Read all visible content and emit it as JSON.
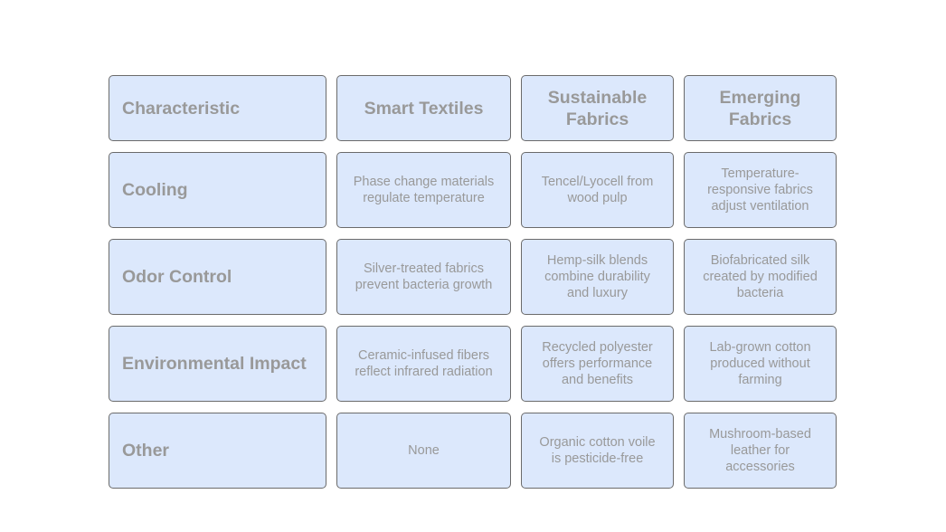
{
  "table": {
    "headers": [
      "Characteristic",
      "Smart Textiles",
      "Sustainable Fabrics",
      "Emerging Fabrics"
    ],
    "rows": [
      {
        "label": "Cooling",
        "cells": [
          "Phase change materials regulate temperature",
          "Tencel/Lyocell from wood pulp",
          "Temperature-responsive fabrics adjust ventilation"
        ]
      },
      {
        "label": "Odor Control",
        "cells": [
          "Silver-treated fabrics prevent bacteria growth",
          "Hemp-silk blends combine durability and luxury",
          "Biofabricated silk created by modified bacteria"
        ]
      },
      {
        "label": "Environmental Impact",
        "cells": [
          "Ceramic-infused fibers reflect infrared radiation",
          "Recycled polyester offers performance and benefits",
          "Lab-grown cotton produced without farming"
        ]
      },
      {
        "label": "Other",
        "cells": [
          "None",
          "Organic cotton voile is pesticide-free",
          "Mushroom-based leather for accessories"
        ]
      }
    ]
  },
  "colors": {
    "cell_fill": "#dce8fc",
    "cell_border": "#6b6b6b",
    "text": "#999999"
  }
}
